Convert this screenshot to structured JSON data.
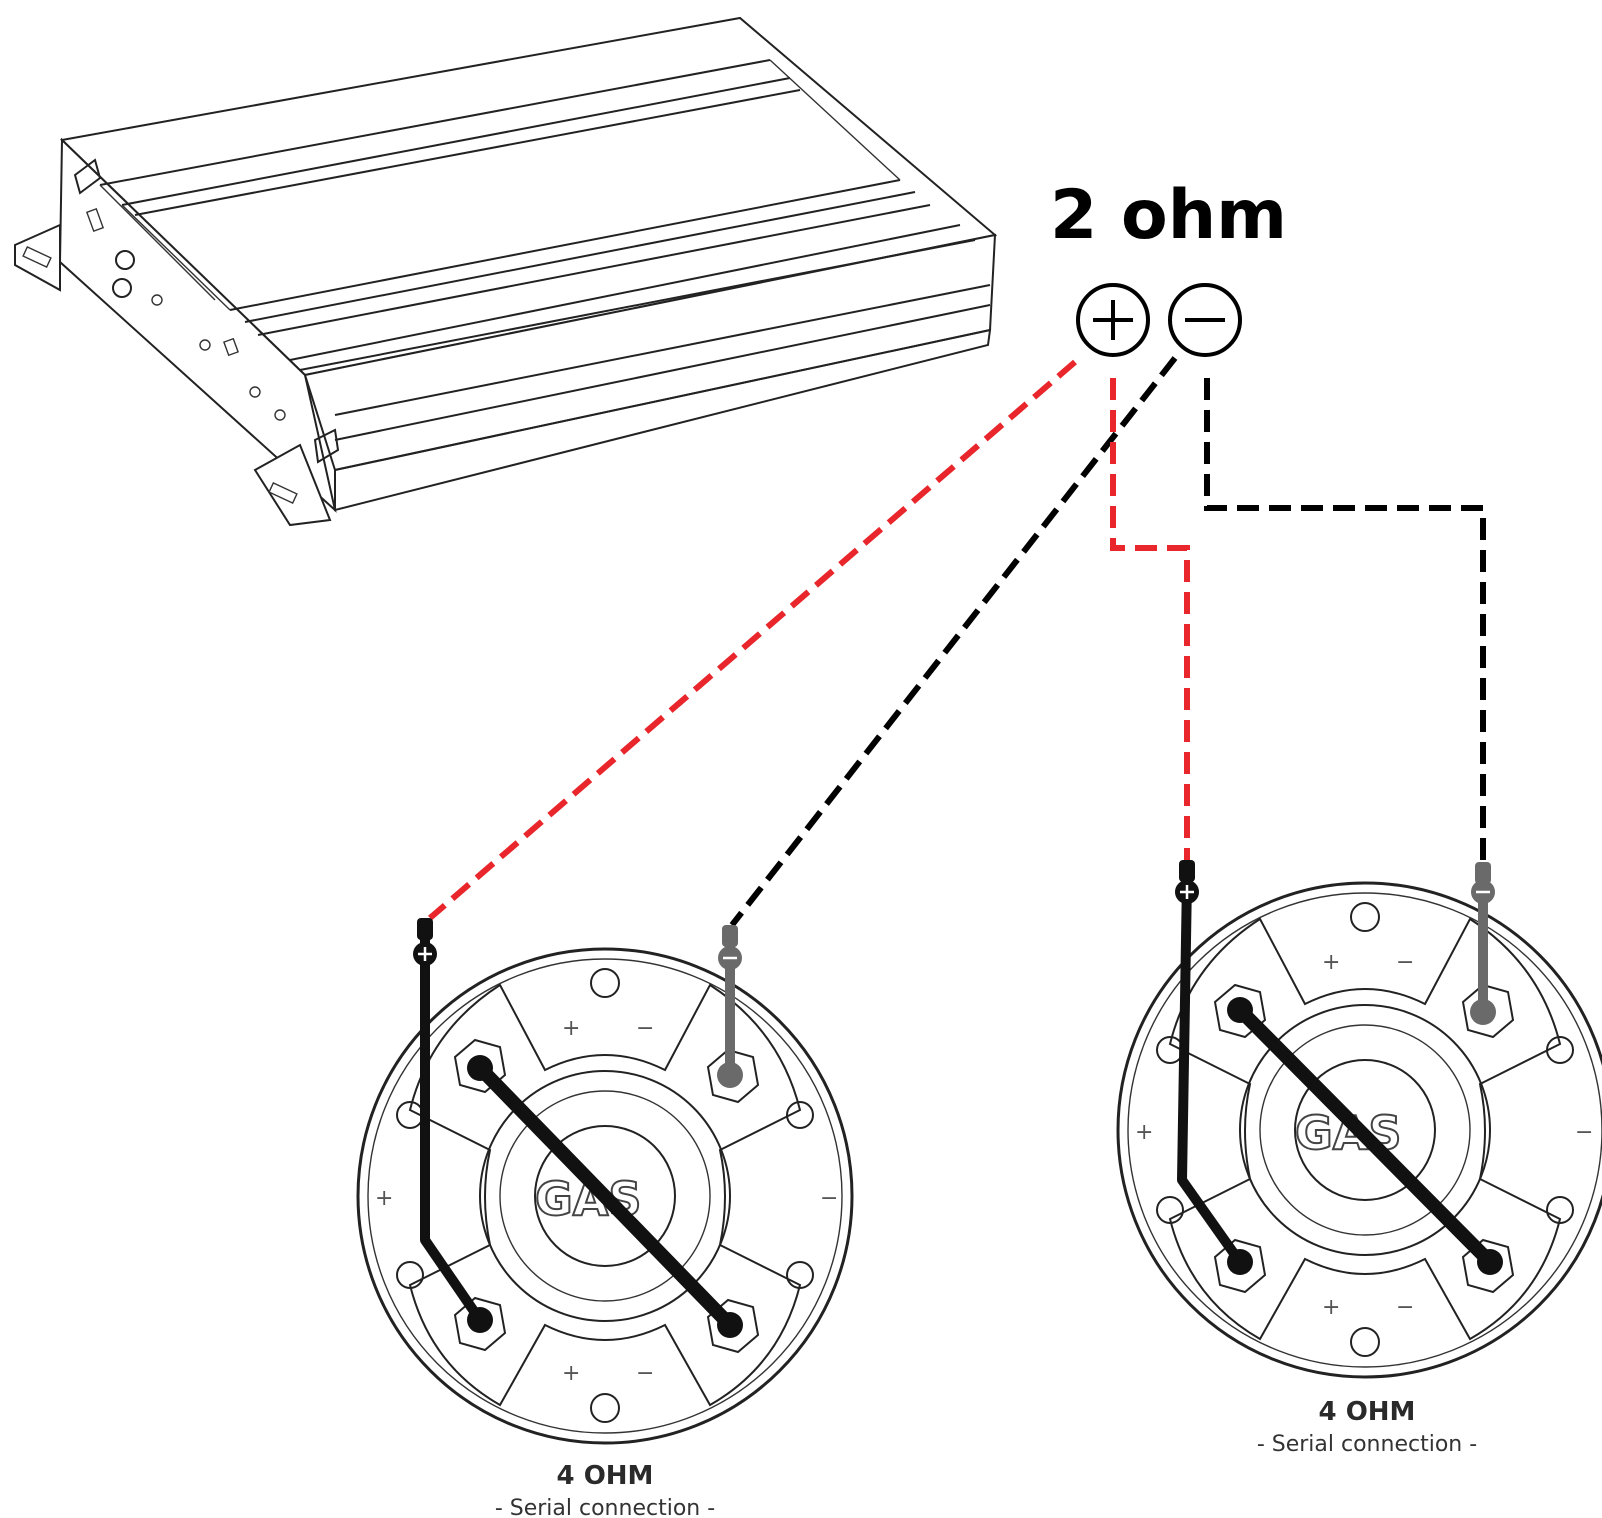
{
  "amplifier": {
    "impedance_label": "2 ohm",
    "plus_terminal_symbol": "+",
    "minus_terminal_symbol": "−"
  },
  "speakers": [
    {
      "impedance_label": "4 OHM",
      "connection_label": "- Serial connection -",
      "logo": "GAS"
    },
    {
      "impedance_label": "4 OHM",
      "connection_label": "- Serial connection -",
      "logo": "GAS"
    }
  ],
  "colors": {
    "positive_wire": "#e8262b",
    "negative_wire": "#000000",
    "jumper": "#111111",
    "negative_lead": "#6a6a6a"
  },
  "icons": [
    "amplifier-icon",
    "plus-terminal-icon",
    "minus-terminal-icon",
    "speaker-icon"
  ]
}
